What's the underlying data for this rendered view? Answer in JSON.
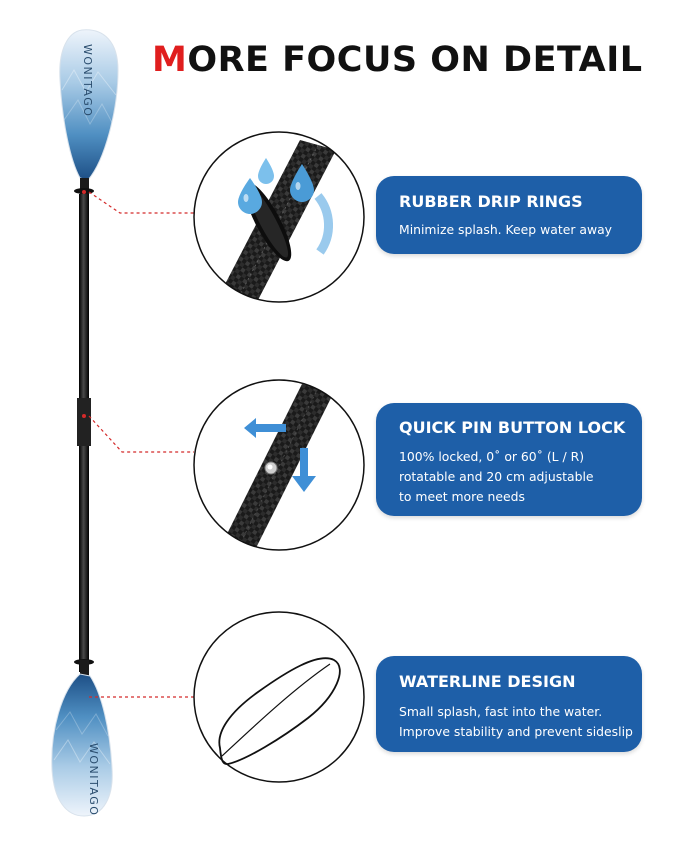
{
  "title": {
    "first_letter": "M",
    "rest": "ORE FOCUS ON DETAIL",
    "accent_color": "#e01e1e"
  },
  "brand": {
    "text": "WONITAGO"
  },
  "features": [
    {
      "heading": "RUBBER DRIP RINGS",
      "lines": [
        "Minimize splash. Keep water away"
      ],
      "icon": "water-drops-icon"
    },
    {
      "heading": "QUICK PIN BUTTON LOCK",
      "lines": [
        "100% locked, 0˚ or 60˚ (L / R)",
        "rotatable and 20 cm adjustable",
        "to meet more needs"
      ],
      "icon": "rotate-arrows-icon"
    },
    {
      "heading": "WATERLINE DESIGN",
      "lines": [
        "Small splash, fast into the water.",
        "Improve stability and prevent sideslip"
      ],
      "icon": "blade-outline-icon"
    }
  ],
  "colors": {
    "card_blue": "#1e5fa8",
    "pointer_red": "#d42a2a",
    "shaft_black": "#151515"
  }
}
